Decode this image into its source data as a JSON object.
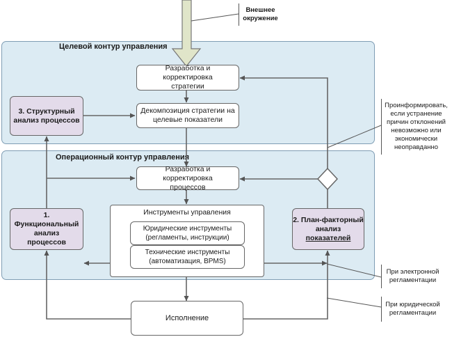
{
  "environment_note": [
    "Внешнее",
    "окружение"
  ],
  "target_contour": {
    "title": "Целевой контур управления",
    "strategy_box": "Разработка и корректировка\nстратегии",
    "decomposition_box": "Декомпозиция стратегии на\nцелевые показатели",
    "structural_analysis": [
      "3. Структурный",
      "анализ процессов"
    ]
  },
  "operational_contour": {
    "title": "Операционный контур управления",
    "process_box": "Разработка и корректировка\nпроцессов",
    "tools": {
      "title": "Инструменты управления",
      "legal": "Юридические инструменты\n(регламенты, инструкции)",
      "technical": "Технические инструменты\n(автоматизация, BPMS)"
    },
    "functional_analysis": [
      "1. Функциональный",
      "анализ",
      "процессов"
    ],
    "plan_fact_analysis": [
      "2. План-фактoрный",
      "анализ",
      "показателей"
    ]
  },
  "execution_box": "Исполнение",
  "side_notes": {
    "inform": [
      "Проинформировать,",
      "если устранение",
      "причин отклонений",
      "невозможно или",
      "экономически",
      "неоправданно"
    ],
    "electronic": [
      "При электронной",
      "регламентации"
    ],
    "legal": [
      "При юридической",
      "регламентации"
    ]
  }
}
